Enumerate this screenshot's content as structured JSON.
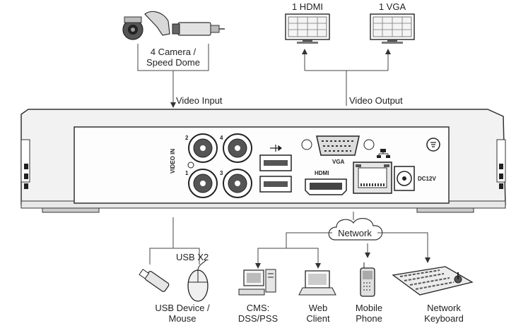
{
  "labels": {
    "camera": [
      "4 Camera /",
      "Speed Dome"
    ],
    "video_input": "Video Input",
    "hdmi_monitor": "1 HDMI",
    "vga_monitor": "1 VGA",
    "video_output": "Video Output",
    "usb": "USB X2",
    "network": "Network",
    "usb_device": [
      "USB Device /",
      "Mouse"
    ],
    "cms": [
      "CMS:",
      "DSS/PSS"
    ],
    "web": [
      "Web",
      "Client"
    ],
    "mobile": [
      "Mobile",
      "Phone"
    ],
    "keyboard": [
      "Network",
      "Keyboard"
    ]
  },
  "panel": {
    "video_in": "VIDEO IN",
    "vga": "VGA",
    "hdmi": "HDMI",
    "dc": "DC12V",
    "bnc": [
      "1",
      "2",
      "3",
      "4"
    ]
  }
}
